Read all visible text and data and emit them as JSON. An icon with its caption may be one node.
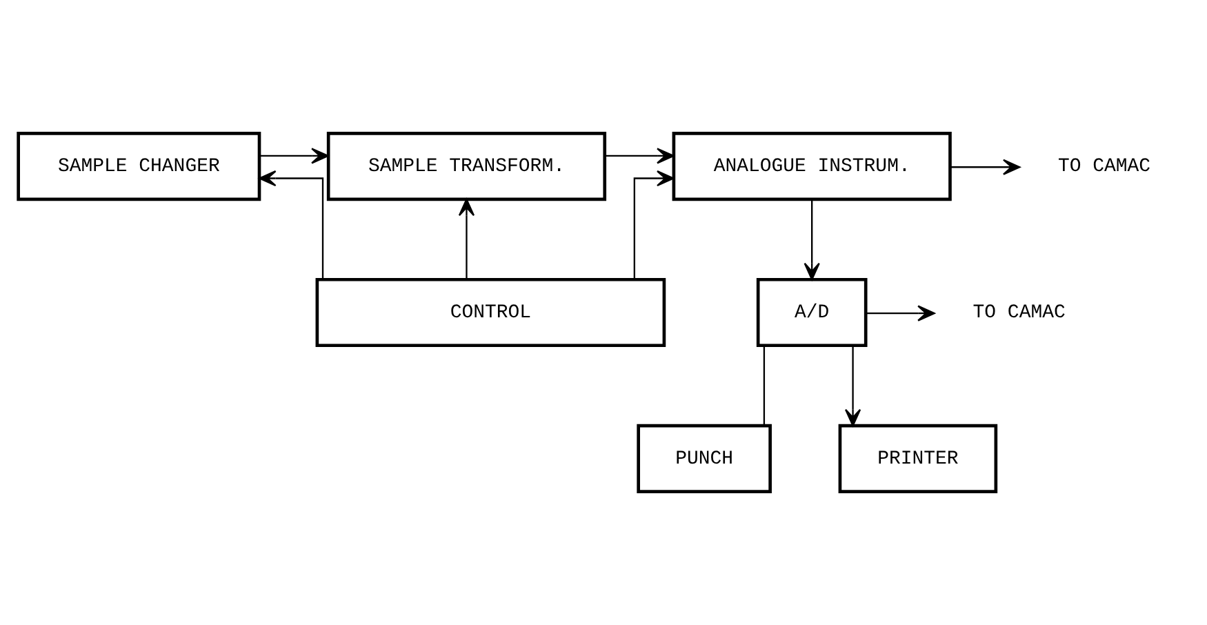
{
  "diagram": {
    "nodes": [
      {
        "text": [
          "SAMPLE CHANGER"
        ]
      },
      {
        "text": [
          "SAMPLE TRANSFORM."
        ]
      },
      {
        "text": [
          "ANALOGUE INSTRUM."
        ]
      },
      {
        "text": [
          "TO CAMAC"
        ]
      },
      {
        "text": [
          "CONTROL"
        ]
      },
      {
        "text": [
          "A/D"
        ]
      },
      {
        "text": [
          "TO CAMAC"
        ]
      },
      {
        "text": [
          "PUNCH"
        ]
      },
      {
        "text": [
          "PRINTER"
        ]
      }
    ],
    "edges": [
      {
        "from": 0,
        "to": 1,
        "arrow": "to"
      },
      {
        "from": 1,
        "to": 2,
        "arrow": "to"
      },
      {
        "from": 2,
        "to": 3,
        "arrow": "to"
      },
      {
        "from": 4,
        "to": 0,
        "arrow": "to"
      },
      {
        "from": 4,
        "to": 1,
        "arrow": "to"
      },
      {
        "from": 4,
        "to": 2,
        "arrow": "to"
      },
      {
        "from": 2,
        "to": 5,
        "arrow": "to"
      },
      {
        "from": 5,
        "to": 6,
        "arrow": "to"
      },
      {
        "from": 5,
        "to": 7,
        "arrow": "none"
      },
      {
        "from": 5,
        "to": 8,
        "arrow": "to"
      }
    ]
  }
}
